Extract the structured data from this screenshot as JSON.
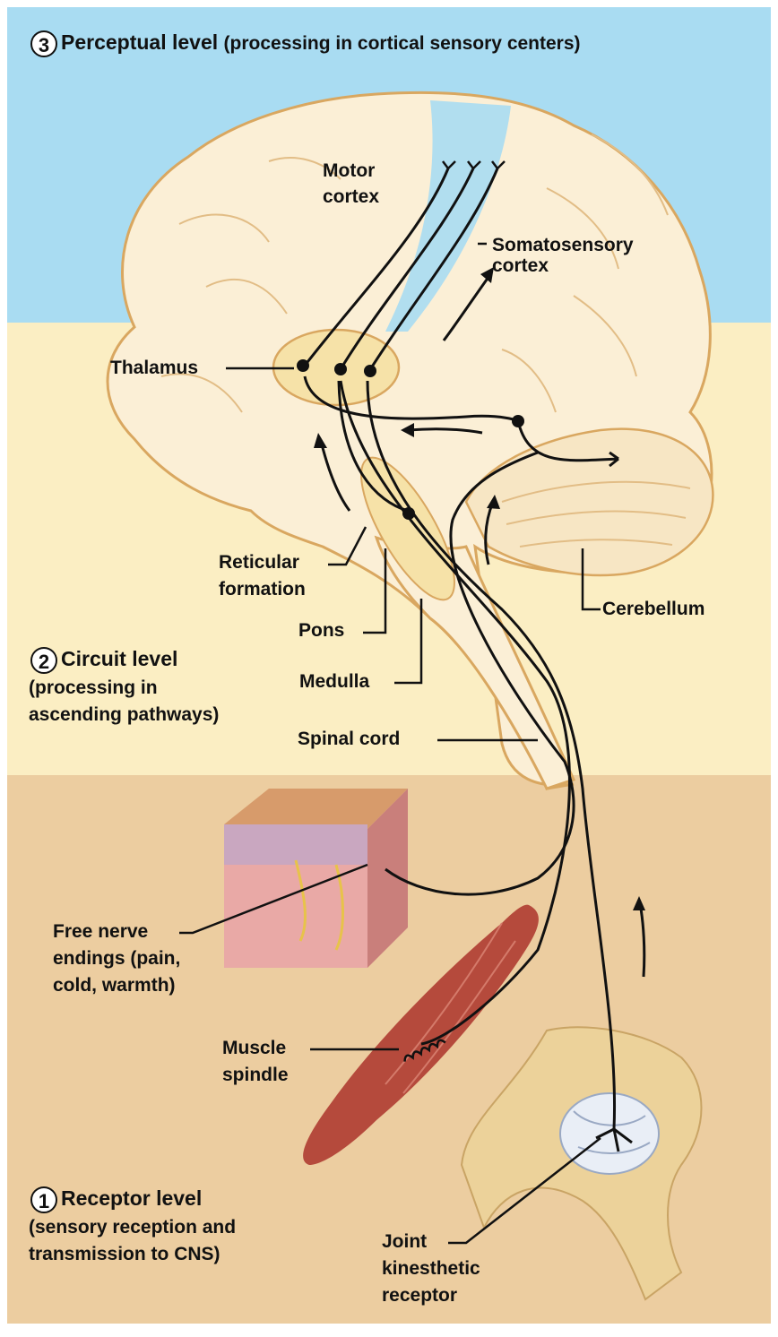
{
  "levels": {
    "perceptual": {
      "number": "3",
      "title": "Perceptual level",
      "subtitle": "(processing in cortical sensory centers)"
    },
    "circuit": {
      "number": "2",
      "title": "Circuit level",
      "line1": "(processing in",
      "line2": "ascending pathways)"
    },
    "receptor": {
      "number": "1",
      "title": "Receptor level",
      "line1": "(sensory reception and",
      "line2": "transmission to CNS)"
    }
  },
  "labels": {
    "motor_cortex": [
      "Motor",
      "cortex"
    ],
    "somatosensory_cortex": [
      "Somatosensory",
      "cortex"
    ],
    "thalamus": "Thalamus",
    "reticular_formation": [
      "Reticular",
      "formation"
    ],
    "pons": "Pons",
    "medulla": "Medulla",
    "cerebellum": "Cerebellum",
    "spinal_cord": "Spinal cord",
    "free_nerve_endings": [
      "Free nerve",
      "endings (pain,",
      "cold, warmth)"
    ],
    "muscle_spindle": [
      "Muscle",
      "spindle"
    ],
    "joint_receptor": [
      "Joint",
      "kinesthetic",
      "receptor"
    ]
  },
  "colors": {
    "perceptual_band": "#a9dcf2",
    "circuit_band": "#fbeec3",
    "receptor_band": "#eccda0",
    "brain_fill": "#fbefd6",
    "brain_outline": "#d9a760",
    "motor_cortex_fill": "#a9dcf2",
    "muscle": "#b54a3c",
    "bone": "#ecd29a"
  }
}
